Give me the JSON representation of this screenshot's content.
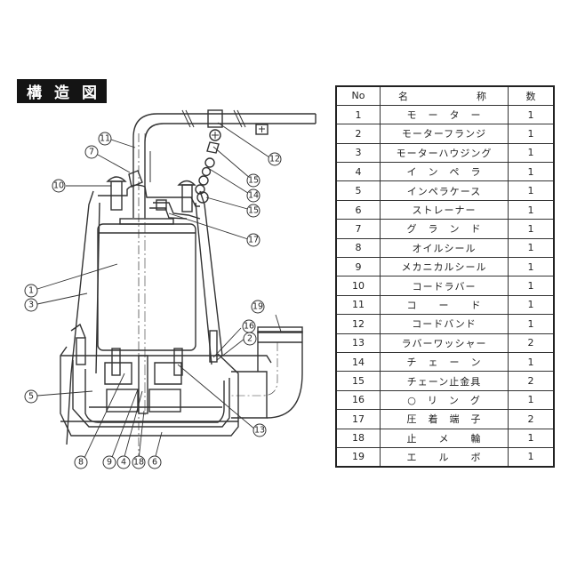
{
  "title": [
    "構",
    "造",
    "図"
  ],
  "table": {
    "headers": {
      "no": "No",
      "name_left": "名",
      "name_right": "称",
      "qty": "数"
    },
    "rows": [
      {
        "no": "1",
        "name": "モ　ー　タ　ー",
        "qty": "1"
      },
      {
        "no": "2",
        "name": "モーターフランジ",
        "qty": "1"
      },
      {
        "no": "3",
        "name": "モーターハウジング",
        "qty": "1"
      },
      {
        "no": "4",
        "name": "イ　ン　ペ　ラ",
        "qty": "1"
      },
      {
        "no": "5",
        "name": "インペラケース",
        "qty": "1"
      },
      {
        "no": "6",
        "name": "ストレーナー",
        "qty": "1"
      },
      {
        "no": "7",
        "name": "グ　ラ　ン　ド",
        "qty": "1"
      },
      {
        "no": "8",
        "name": "オイルシール",
        "qty": "1"
      },
      {
        "no": "9",
        "name": "メカニカルシール",
        "qty": "1"
      },
      {
        "no": "10",
        "name": "コードラバー",
        "qty": "1"
      },
      {
        "no": "11",
        "name": "コ　　ー　　ド",
        "qty": "1"
      },
      {
        "no": "12",
        "name": "コードバンド",
        "qty": "1"
      },
      {
        "no": "13",
        "name": "ラバーワッシャー",
        "qty": "2"
      },
      {
        "no": "14",
        "name": "チ　ェ　ー　ン",
        "qty": "1"
      },
      {
        "no": "15",
        "name": "チェーン止金具",
        "qty": "2"
      },
      {
        "no": "16",
        "name": "○　リ　ン　グ",
        "qty": "1"
      },
      {
        "no": "17",
        "name": "圧　着　端　子",
        "qty": "2"
      },
      {
        "no": "18",
        "name": "止　　メ　　輪",
        "qty": "1"
      },
      {
        "no": "19",
        "name": "エ　　ル　　ボ",
        "qty": "1"
      }
    ]
  },
  "callouts": {
    "c1": "1",
    "c2": "2",
    "c3": "3",
    "c4": "4",
    "c5": "5",
    "c6": "6",
    "c7": "7",
    "c8": "8",
    "c9": "9",
    "c10": "10",
    "c11": "11",
    "c12": "12",
    "c13": "13",
    "c14": "14",
    "c15a": "15",
    "c15b": "15",
    "c16": "16",
    "c17": "17",
    "c18": "18",
    "c19": "19"
  }
}
